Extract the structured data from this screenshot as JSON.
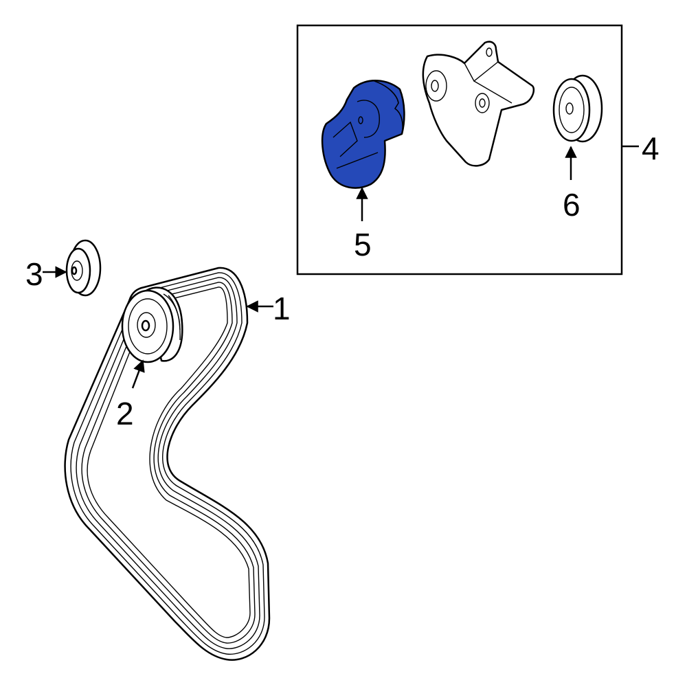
{
  "diagram": {
    "callouts": [
      {
        "id": "belt",
        "label": "1"
      },
      {
        "id": "idler-pulley",
        "label": "2"
      },
      {
        "id": "small-pulley",
        "label": "3"
      },
      {
        "id": "tensioner-assembly",
        "label": "4"
      },
      {
        "id": "tensioner",
        "label": "5",
        "highlighted": true
      },
      {
        "id": "tensioner-pulley",
        "label": "6"
      }
    ],
    "highlight_color": "#2549b8"
  }
}
